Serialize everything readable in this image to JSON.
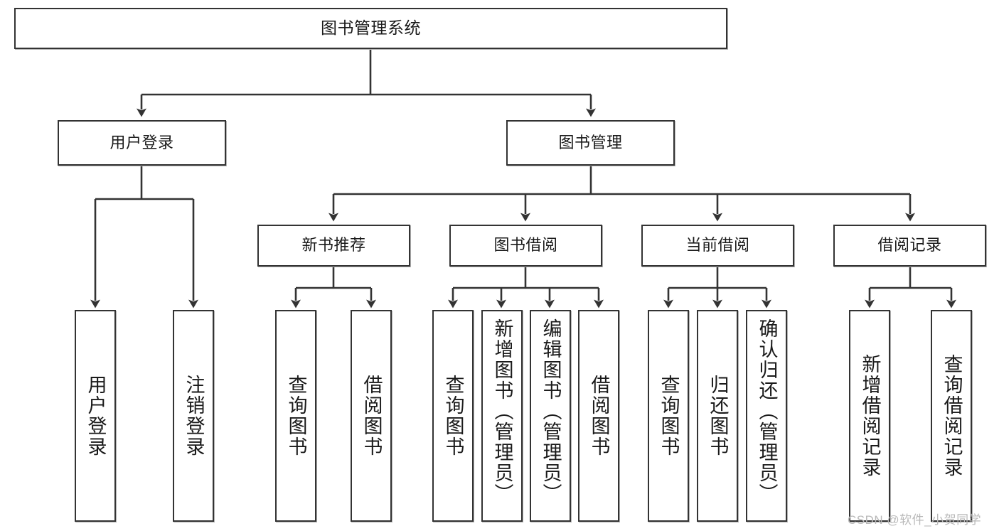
{
  "diagram": {
    "type": "tree-hierarchy-diagram",
    "title_node": "图书管理系统",
    "colors": {
      "box_border": "#333333",
      "box_fill": "#ffffff",
      "line": "#333333",
      "text": "#1a1a1a",
      "watermark": "#b9b9b9",
      "background": "#ffffff"
    },
    "nodes": {
      "root": "图书管理系统",
      "level2": {
        "user_login": "用户登录",
        "book_manage": "图书管理"
      },
      "level3": {
        "new_book_rec": "新书推荐",
        "book_borrow": "图书借阅",
        "current_borrow": "当前借阅",
        "borrow_record": "借阅记录"
      },
      "leaves": {
        "user_login": [
          "用户登录",
          "注销登录"
        ],
        "new_book_rec": [
          "查询图书",
          "借阅图书"
        ],
        "book_borrow": [
          "查询图书",
          "新增图书（管理员）",
          "编辑图书（管理员）",
          "借阅图书"
        ],
        "current_borrow": [
          "查询图书",
          "归还图书",
          "确认归还（管理员）"
        ],
        "borrow_record": [
          "新增借阅记录",
          "查询借阅记录"
        ]
      }
    }
  },
  "watermark": {
    "text": "CSDN @软件_小贺同学"
  }
}
